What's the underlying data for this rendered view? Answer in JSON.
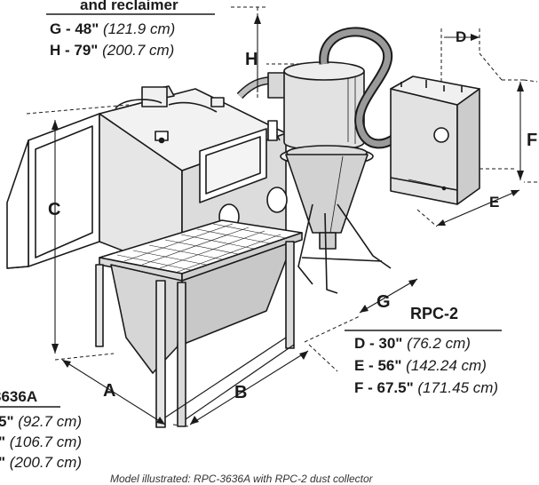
{
  "dimension_letters": {
    "a": "A",
    "b": "B",
    "c": "C",
    "d": "D",
    "e": "E",
    "f": "F",
    "g": "G",
    "h": "H"
  },
  "top_block": {
    "heading": "and reclaimer",
    "lines": [
      {
        "main": "G - 48\"",
        "metric": "(121.9 cm)"
      },
      {
        "main": "H - 79\"",
        "metric": "(200.7 cm)"
      }
    ]
  },
  "rpc2_block": {
    "heading": "RPC-2",
    "lines": [
      {
        "main": "D - 30\"",
        "metric": "(76.2 cm)"
      },
      {
        "main": "E - 56\"",
        "metric": "(142.24 cm)"
      },
      {
        "main": "F - 67.5\"",
        "metric": "(171.45 cm)"
      }
    ]
  },
  "left_block": {
    "heading": "3636A",
    "lines": [
      {
        "main": "5\"",
        "metric": "(92.7 cm)"
      },
      {
        "main": "\"",
        "metric": "(106.7 cm)"
      },
      {
        "main": "\"",
        "metric": "(200.7 cm)"
      }
    ]
  },
  "caption": "Model illustrated: RPC-3636A with RPC-2 dust collector",
  "colors": {
    "line": "#1a1a1a",
    "panel": "#e6e6e6",
    "panel_dark": "#cfcfcf",
    "metal": "#d9d9d9"
  }
}
